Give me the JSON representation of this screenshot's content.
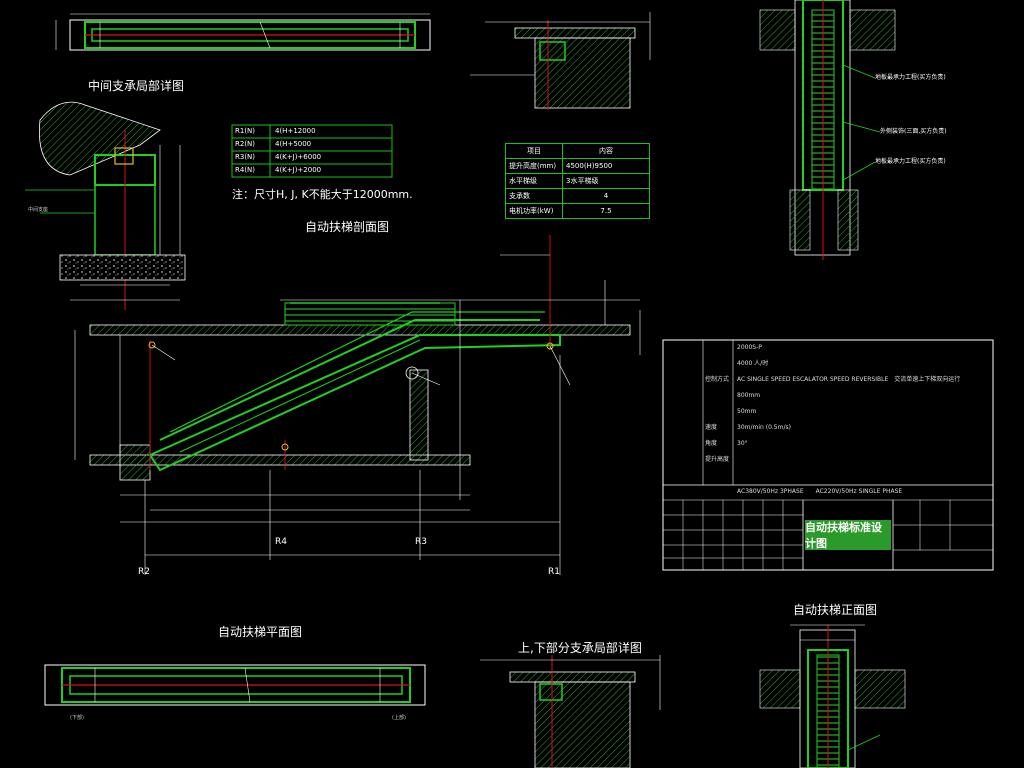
{
  "titles": {
    "middle_support": "中间支承局部详图",
    "section": "自动扶梯剖面图",
    "plan": "自动扶梯平面图",
    "upper_lower_support": "上,下部分支承局部详图",
    "elevation": "自动扶梯正面图"
  },
  "note": "注：尺寸H, J, K不能大于12000mm.",
  "table_r": [
    [
      "R1(N)",
      "4(H+12000"
    ],
    [
      "R2(N)",
      "4(H+5000"
    ],
    [
      "R3(N)",
      "4(K+J)+6000"
    ],
    [
      "R4(N)",
      "4(K+J)+2000"
    ]
  ],
  "table_project": {
    "header": [
      "项目",
      "内容"
    ],
    "rows": [
      [
        "提升高度(mm)",
        "4500(H)9500"
      ],
      [
        "水平梯级",
        "3水平梯级"
      ],
      [
        "支承数",
        "4"
      ],
      [
        "电机功率(kW)",
        "7.5"
      ]
    ]
  },
  "axis_labels": [
    "R4",
    "R3",
    "R2",
    "R1"
  ],
  "spec_sheet": {
    "rows": [
      [
        "",
        "",
        "2000S-P"
      ],
      [
        "",
        "",
        "4000 人/时"
      ],
      [
        "",
        "控制方式",
        "AC SINGLE SPEED ESCALATOR SPEED REVERSIBLE　交流单速上下梯双向运行"
      ],
      [
        "",
        "",
        "800mm"
      ],
      [
        "",
        "",
        "50mm"
      ],
      [
        "",
        "速度",
        "30m/min   (0.5m/s)"
      ],
      [
        "",
        "角度",
        "30°"
      ],
      [
        "",
        "提升高度",
        ""
      ],
      [
        "",
        "",
        ""
      ],
      [
        "",
        "",
        "AC380V/50Hz 3PHASE　　AC220V/50Hz SINGLE PHASE"
      ]
    ]
  },
  "stamp_text": "自动扶梯标准设计图",
  "labels": {
    "floor_load_top": "地板最承力工程(买方负责)",
    "outer_cladding": "外侧装饰(三面,买方负责)",
    "floor_load_bottom": "地板最承力工程(买方负责)",
    "middle_support_label": "中间支座",
    "plan_left": "(下部)",
    "plan_right": "(上部)"
  }
}
